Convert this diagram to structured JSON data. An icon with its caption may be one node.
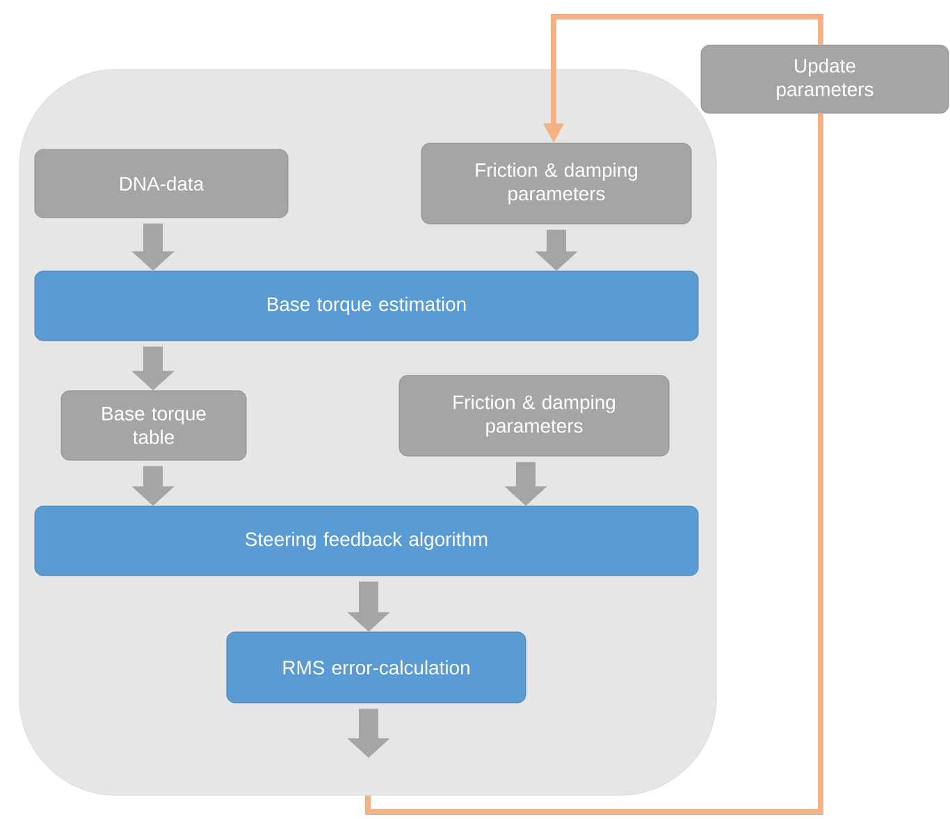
{
  "diagram": {
    "nodes": [
      {
        "text": [],
        "shape": "box"
      },
      {
        "text": [
          "DNA-data"
        ],
        "in": 0
      },
      {
        "text": [
          "Friction & damping parameters"
        ],
        "in": 0
      },
      {
        "text": [
          "Base torque estimation"
        ],
        "in": 0
      },
      {
        "text": [
          "Base torque table"
        ],
        "in": 0
      },
      {
        "text": [
          "Friction & damping parameters"
        ],
        "in": 0
      },
      {
        "text": [
          "Steering feedback algorithm"
        ],
        "in": 0
      },
      {
        "text": [
          "RMS error-calculation"
        ],
        "in": 0
      },
      {
        "text": [
          "Update parameters"
        ]
      }
    ],
    "edges": [
      {
        "from": 1,
        "to": 3,
        "arrow": "to"
      },
      {
        "from": 2,
        "to": 3,
        "arrow": "to"
      },
      {
        "from": 3,
        "to": 4,
        "arrow": "to"
      },
      {
        "from": 4,
        "to": 6,
        "arrow": "to"
      },
      {
        "from": 5,
        "to": 6,
        "arrow": "to"
      },
      {
        "from": 6,
        "to": 7,
        "arrow": "to"
      },
      {
        "from": 7,
        "to": null,
        "arrow": "to"
      },
      {
        "from": 0,
        "to": 8,
        "arrow": "none",
        "color": "#f4b183"
      },
      {
        "from": 8,
        "to": 2,
        "arrow": "to",
        "color": "#f4b183"
      }
    ]
  }
}
